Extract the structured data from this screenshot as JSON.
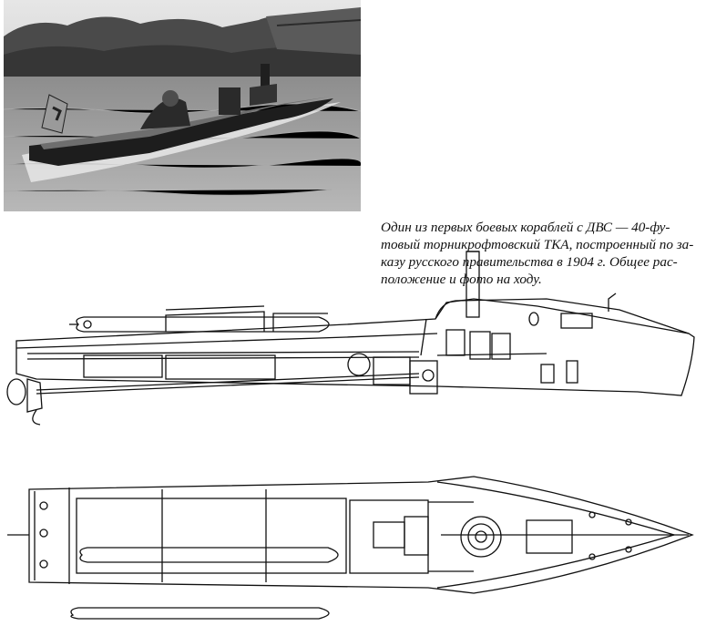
{
  "caption": {
    "lines": [
      "Один из первых боевых кораблей с ДВС — 40-фу-",
      "товый торникрофтовский ТКА, построенный по за-",
      "казу русского правительства в 1904 г. Общее рас-",
      "положение и фото на ходу."
    ]
  },
  "figures": {
    "photo": {
      "subject": "torpedo boat underway photo"
    },
    "side_profile": {
      "subject": "general arrangement side profile"
    },
    "plan_view": {
      "subject": "general arrangement plan view"
    }
  },
  "colors": {
    "ink": "#111111",
    "paper": "#ffffff"
  }
}
